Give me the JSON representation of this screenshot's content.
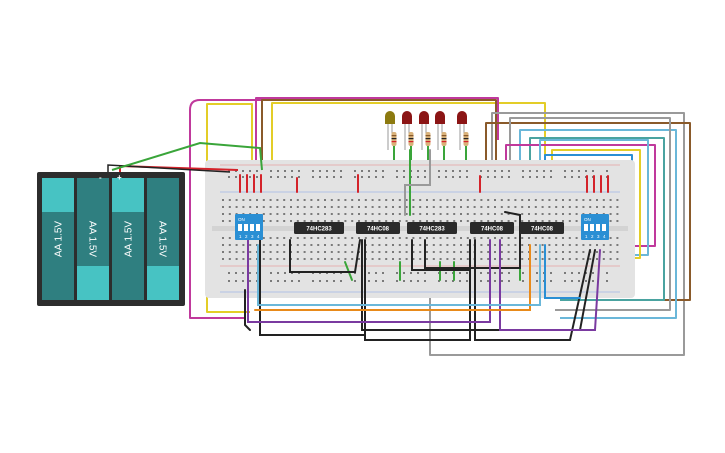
{
  "battery": {
    "cells": [
      "AA 1.5V",
      "AA 1.5V",
      "AA 1.5V",
      "AA 1.5V"
    ],
    "minus_sign": "-",
    "plus_sign": "+",
    "colors": {
      "case": "#2d2d2d",
      "cell": "#2f7f80",
      "cap": "#47c3c3"
    }
  },
  "breadboard": {
    "color": "#e3e3e3"
  },
  "chips": [
    "74HC283",
    "74HC08",
    "74HC283",
    "74HC08",
    "74HC08"
  ],
  "dip_switches": [
    {
      "on_label": "ON",
      "pin_labels": [
        "1",
        "2",
        "3",
        "4"
      ]
    },
    {
      "on_label": "ON",
      "pin_labels": [
        "1",
        "2",
        "3",
        "4"
      ]
    }
  ],
  "leds": {
    "count": 5,
    "color": "#8b1515",
    "first_color": "#8c7a10"
  },
  "wire_colors": {
    "red": "#d4232a",
    "green": "#3aa53a",
    "yellow": "#e3cd28",
    "magenta": "#c0399c",
    "brown": "#8a5a2a",
    "gray": "#9a9a9a",
    "lightblue": "#6ab7d9",
    "blue": "#2a8fd4",
    "black": "#222222",
    "purple": "#7a3aa0",
    "orange": "#e88a1a",
    "teal": "#4aa3a0"
  }
}
